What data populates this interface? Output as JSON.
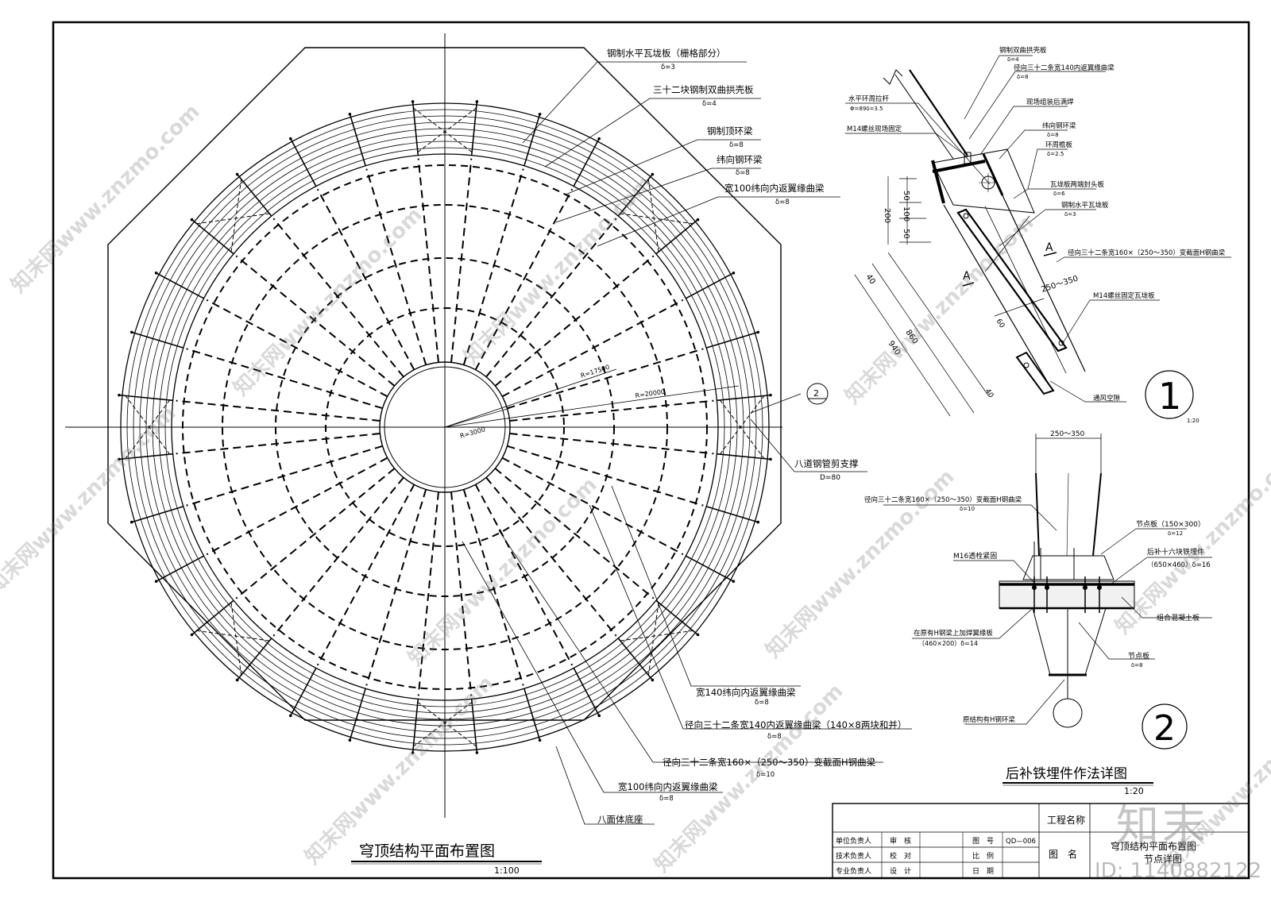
{
  "plan": {
    "title": "穹顶结构平面布置图",
    "scale": "1:100",
    "dims": {
      "r_center": "R=3000",
      "r_17500": "R=17500",
      "r_20000": "R=20000"
    },
    "section_mark": "2",
    "labels": [
      {
        "text": "钢制水平瓦垅板（栅格部分）",
        "sub": "δ=3"
      },
      {
        "text": "三十二块钢制双曲拱壳板",
        "sub": "δ=4"
      },
      {
        "text": "钢制顶环梁",
        "sub": "δ=8"
      },
      {
        "text": "纬向钢环梁",
        "sub": "δ=8"
      },
      {
        "text": "宽100纬向内返翼缘曲梁",
        "sub": "δ=8"
      },
      {
        "text": "八道钢管剪支撑",
        "sub": "D=80"
      },
      {
        "text": "宽140纬向内返翼缘曲梁",
        "sub": "δ=8"
      },
      {
        "text": "径向三十二条宽140内返翼缘曲梁（140×8两块和并）",
        "sub": "δ=8"
      },
      {
        "text": "径向三十二条宽160×（250～350）变截面H钢曲梁",
        "sub": "δ=10"
      },
      {
        "text": "宽100纬向内返翼缘曲梁",
        "sub": "δ=8"
      },
      {
        "text": "八面体底座",
        "sub": ""
      }
    ]
  },
  "detail1": {
    "number": "1",
    "scale": "1:20",
    "labels": [
      {
        "text": "钢制双曲拱壳板",
        "sub": "δ=4"
      },
      {
        "text": "径向三十二条宽140内返翼缘曲梁",
        "sub": "δ=8"
      },
      {
        "text": "水平环周拉杆",
        "sub": "Φ=89δ=3.5"
      },
      {
        "text": "M14螺丝现场固定",
        "sub": ""
      },
      {
        "text": "现场组装后满焊",
        "sub": ""
      },
      {
        "text": "纬向钢环梁",
        "sub": "δ=8"
      },
      {
        "text": "环周檐板",
        "sub": "δ=2.5"
      },
      {
        "text": "瓦垅板两端封头板",
        "sub": "δ=6"
      },
      {
        "text": "钢制水平瓦垅板",
        "sub": "δ=3"
      },
      {
        "text": "径向三十二条宽160×（250～350）变截面H钢曲梁",
        "sub": ""
      },
      {
        "text": "M14螺丝固定瓦垅板",
        "sub": ""
      },
      {
        "text": "通风空隙",
        "sub": ""
      }
    ],
    "dims": [
      "50",
      "100",
      "50",
      "200",
      "40",
      "860",
      "940",
      "60",
      "40",
      "250～350"
    ],
    "section": "A"
  },
  "detail2": {
    "number": "2",
    "title": "后补铁埋件作法详图",
    "scale": "1:20",
    "dim_top": "250～350",
    "labels": [
      {
        "text": "径向三十二条宽160×（250～350）变截面H钢曲梁",
        "sub": "δ=10"
      },
      {
        "text": "节点板（150×300）",
        "sub": "δ=12"
      },
      {
        "text": "M16透栓紧固",
        "sub": ""
      },
      {
        "text": "后补十六块铁埋件",
        "sub": "（650×460）δ=16"
      },
      {
        "text": "组合混凝土板",
        "sub": ""
      },
      {
        "text": "在原有H钢梁上加焊翼缘板",
        "sub": "（460×200）δ=14"
      },
      {
        "text": "节点板",
        "sub": "δ=8"
      },
      {
        "text": "原结构有H钢环梁",
        "sub": ""
      }
    ]
  },
  "title_block": {
    "project_name_label": "工程名称",
    "rows": [
      {
        "role": "单位负责人",
        "check": "审　核",
        "key": "图　号",
        "val": "QD—006"
      },
      {
        "role": "技术负责人",
        "check": "校　对",
        "key": "比　例",
        "val": ""
      },
      {
        "role": "专业负责人",
        "check": "设　计",
        "key": "日　期",
        "val": ""
      }
    ],
    "drawing_name_label": "图　名",
    "drawing_name": "穹顶结构平面布置图",
    "drawing_sub": "节点详图"
  },
  "watermark": {
    "text": "知末网www.znzmo.com",
    "logo": "知末",
    "id": "ID: 1140882122"
  }
}
